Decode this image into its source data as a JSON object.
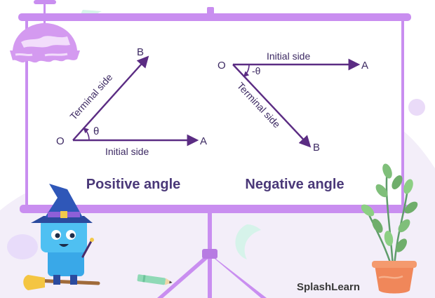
{
  "colors": {
    "frame": "#c98ef0",
    "arrow": "#5b2c83",
    "lamp": "#d49af0",
    "blob": "#f3eef9",
    "mint": "#d6f3ea",
    "title_text": "#4a3878"
  },
  "positive": {
    "vertex_label": "O",
    "terminal_point_label": "B",
    "initial_point_label": "A",
    "terminal_side_label": "Terminal side",
    "initial_side_label": "Initial side",
    "angle_label": "θ",
    "title": "Positive angle"
  },
  "negative": {
    "vertex_label": "O",
    "initial_point_label": "A",
    "terminal_point_label": "B",
    "initial_side_label": "Initial side",
    "terminal_side_label": "Terminal side",
    "angle_label": "-θ",
    "title": "Negative angle"
  },
  "icons": {
    "lamp": "ceiling-lamp-icon",
    "witch": "witch-mascot-icon",
    "plant": "potted-plant-icon",
    "crayon": "crayon-icon"
  },
  "brand": {
    "logo_text": "SplashLearn"
  }
}
